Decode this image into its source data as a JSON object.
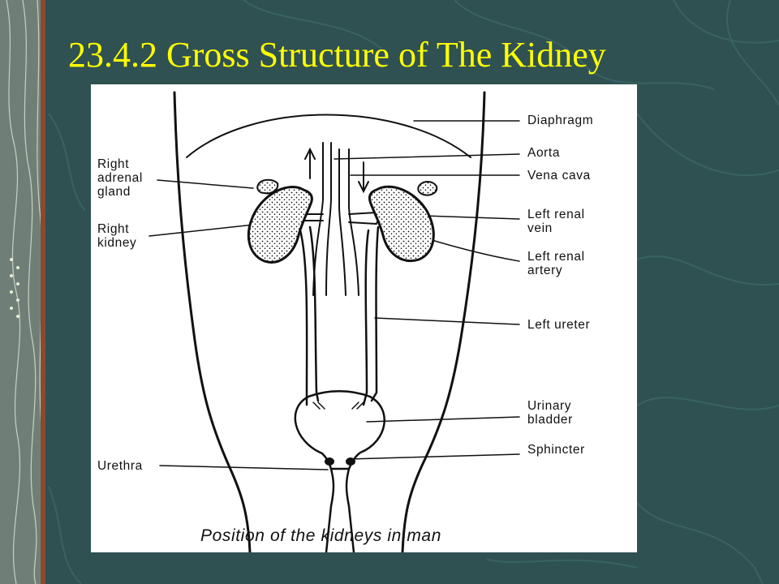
{
  "slide": {
    "title": "23.4.2 Gross Structure of The Kidney"
  },
  "figure": {
    "caption": "Position of the kidneys in man",
    "labels": {
      "diaphragm": "Diaphragm",
      "aorta": "Aorta",
      "vena_cava": "Vena cava",
      "right_adrenal_gland": "Right\nadrenal\ngland",
      "right_kidney": "Right\nkidney",
      "left_renal_vein": "Left renal\nvein",
      "left_renal_artery": "Left renal\nartery",
      "left_ureter": "Left ureter",
      "urinary_bladder": "Urinary\nbladder",
      "sphincter": "Sphincter",
      "urethra": "Urethra"
    }
  },
  "theme": {
    "background": "#2f5152",
    "title_color": "#ffff00",
    "panel_color": "#ffffff",
    "ink_color": "#111111"
  }
}
